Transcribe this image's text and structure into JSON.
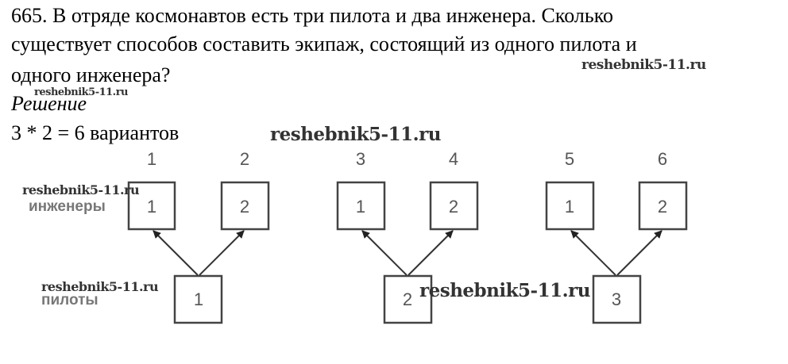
{
  "problem": {
    "line1": "665. В отряде космонавтов есть три пилота и два инженера. Сколько",
    "line2": "существует способов составить экипаж, состоящий из одного пилота и",
    "line3": "одного инженера?"
  },
  "solution": {
    "heading": "Решение",
    "answer": "3 * 2 = 6 вариантов"
  },
  "diagram": {
    "engineers_label": "инженеры",
    "pilots_label": "пилоты",
    "variant_numbers": [
      "1",
      "2",
      "3",
      "4",
      "5",
      "6"
    ],
    "engineer_boxes": [
      "1",
      "2",
      "1",
      "2",
      "1",
      "2"
    ],
    "pilot_boxes": [
      "1",
      "2",
      "3"
    ]
  },
  "watermark": "reshebnik5-11.ru"
}
